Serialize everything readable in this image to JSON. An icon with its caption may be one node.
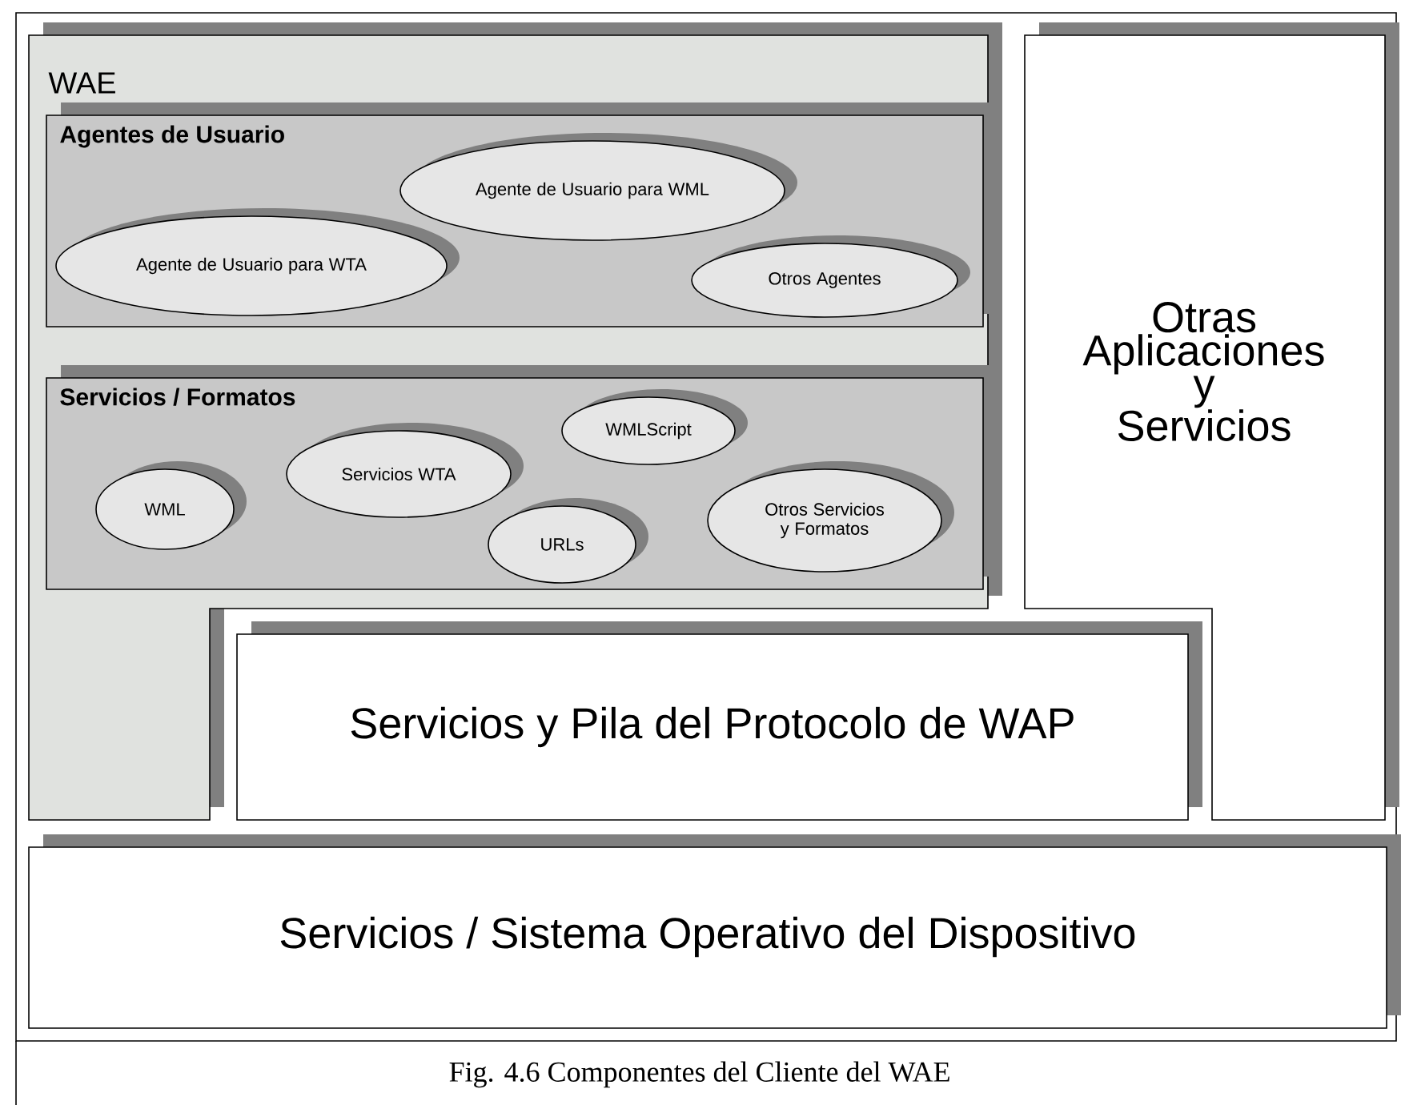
{
  "diagram": {
    "caption": "Fig. 4.6  Componentes del Cliente del WAE",
    "nodes": [
      {
        "text": [
          "WAE"
        ]
      },
      {
        "text": [
          "Agentes de Usuario"
        ],
        "in": 0
      },
      {
        "text": [
          "Agente de Usuario para WML"
        ],
        "in": 1
      },
      {
        "text": [
          "Agente de Usuario para WTA"
        ],
        "in": 1
      },
      {
        "text": [
          "Otros Agentes"
        ],
        "in": 1
      },
      {
        "text": [
          "Servicios / Formatos"
        ],
        "in": 0
      },
      {
        "text": [
          "WMLScript"
        ],
        "in": 5
      },
      {
        "text": [
          "Servicios WTA"
        ],
        "in": 5
      },
      {
        "text": [
          "WML"
        ],
        "in": 5
      },
      {
        "text": [
          "URLs"
        ],
        "in": 5
      },
      {
        "text": [
          "Otros Servicios y Formatos"
        ],
        "in": 5
      },
      {
        "text": [
          "Otras Aplicaciones y Servicios"
        ]
      },
      {
        "text": [
          "Servicios y Pila del Protocolo de WAP"
        ]
      },
      {
        "text": [
          "Servicios / Sistema Operativo del Dispositivo"
        ]
      }
    ]
  }
}
